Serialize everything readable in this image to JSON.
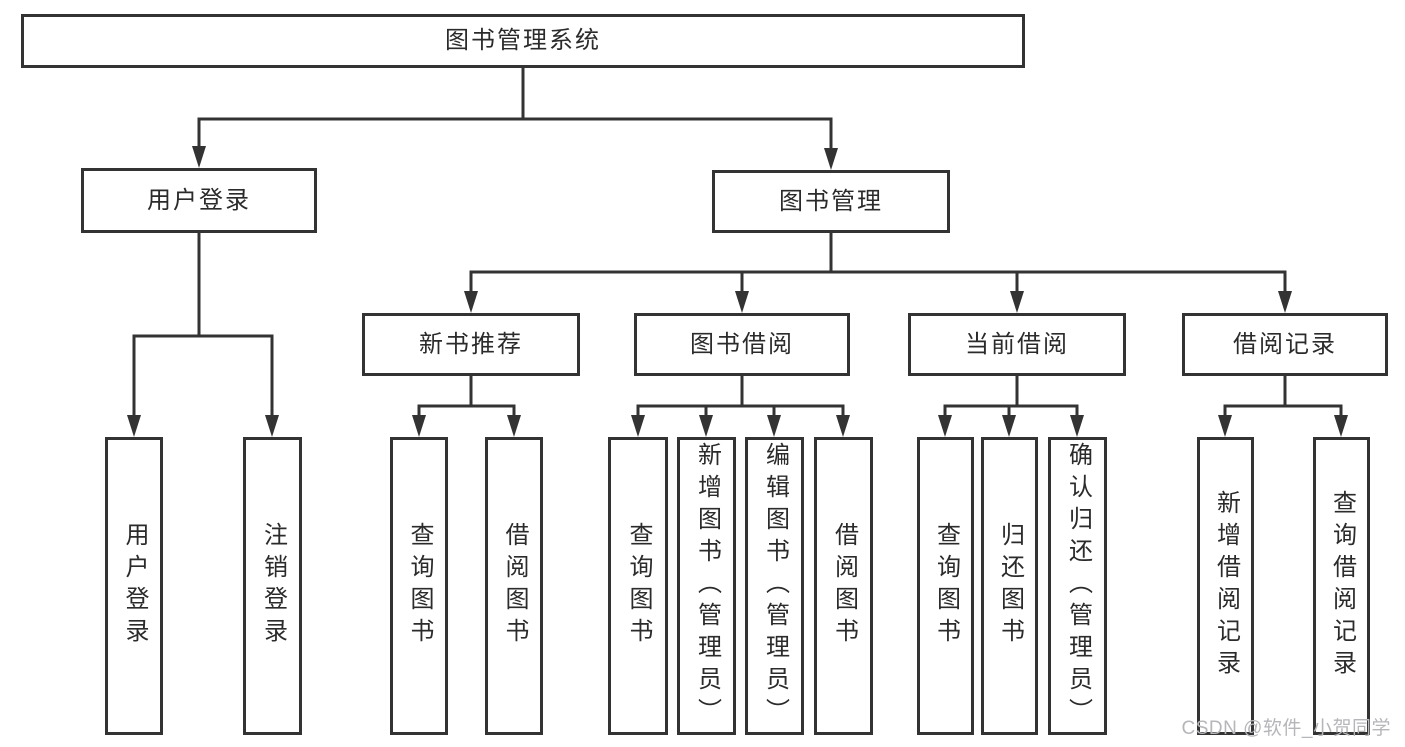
{
  "diagram": {
    "title_node": "图书管理系统",
    "root": {
      "label": "图书管理系统",
      "children": [
        {
          "label": "用户登录",
          "children": [
            {
              "label": "用户登录"
            },
            {
              "label": "注销登录"
            }
          ]
        },
        {
          "label": "图书管理",
          "children": [
            {
              "label": "新书推荐",
              "children": [
                {
                  "label": "查询图书"
                },
                {
                  "label": "借阅图书"
                }
              ]
            },
            {
              "label": "图书借阅",
              "children": [
                {
                  "label": "查询图书"
                },
                {
                  "label": "新增图书（管理员）"
                },
                {
                  "label": "编辑图书（管理员）"
                },
                {
                  "label": "借阅图书"
                }
              ]
            },
            {
              "label": "当前借阅",
              "children": [
                {
                  "label": "查询图书"
                },
                {
                  "label": "归还图书"
                },
                {
                  "label": "确认归还（管理员）"
                }
              ]
            },
            {
              "label": "借阅记录",
              "children": [
                {
                  "label": "新增借阅记录"
                },
                {
                  "label": "查询借阅记录"
                }
              ]
            }
          ]
        }
      ]
    },
    "colors": {
      "line": "#333333",
      "text": "#2b2b2b",
      "background": "#ffffff",
      "watermark": "#b5b6ba"
    }
  },
  "watermark": {
    "text": "CSDN @软件_小贺同学"
  }
}
